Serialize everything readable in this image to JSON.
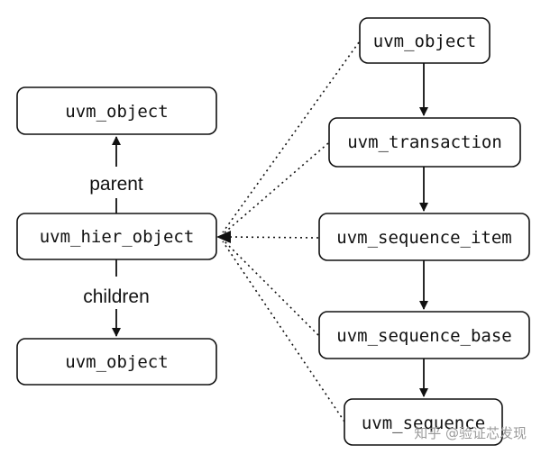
{
  "nodes": {
    "left_parent": "uvm_object",
    "hier": "uvm_hier_object",
    "left_child": "uvm_object",
    "r_object": "uvm_object",
    "r_transaction": "uvm_transaction",
    "r_seq_item": "uvm_sequence_item",
    "r_seq_base": "uvm_sequence_base",
    "r_sequence": "uvm_sequence"
  },
  "edge_labels": {
    "parent": "parent",
    "children": "children"
  },
  "watermark": "知乎 @验证芯发现",
  "colors": {
    "stroke": "#111111",
    "background": "#ffffff",
    "watermark": "#9a9a9a"
  }
}
